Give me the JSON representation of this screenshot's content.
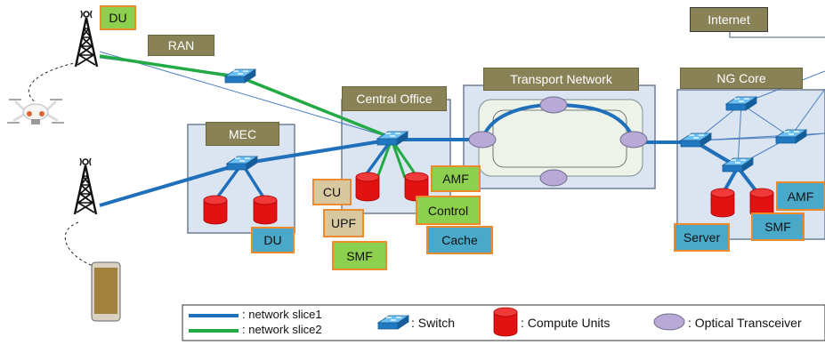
{
  "colors": {
    "slice1": "#1f6fba",
    "slice2": "#22aa44",
    "switch": "#2b8fd6",
    "compute": "#e01212",
    "transceiver": "#b9a9d6",
    "region_fill": "#dbe5f1",
    "region_border": "#6f7f95",
    "label_olive": "#8a8257"
  },
  "labels": {
    "du_top": "DU",
    "ran": "RAN",
    "internet": "Internet",
    "transport_network": "Transport Network",
    "ng_core": "NG Core",
    "central_office": "Central Office",
    "mec": "MEC",
    "cu": "CU",
    "upf": "UPF",
    "smf_co": "SMF",
    "amf_co": "AMF",
    "control": "Control",
    "cache": "Cache",
    "du_mec": "DU",
    "amf_core": "AMF",
    "smf_core": "SMF",
    "server": "Server"
  },
  "legend": {
    "slice1": ": network slice1",
    "slice2": ": network slice2",
    "switch": ": Switch",
    "compute": ": Compute Units",
    "transceiver": ": Optical Transceiver"
  }
}
